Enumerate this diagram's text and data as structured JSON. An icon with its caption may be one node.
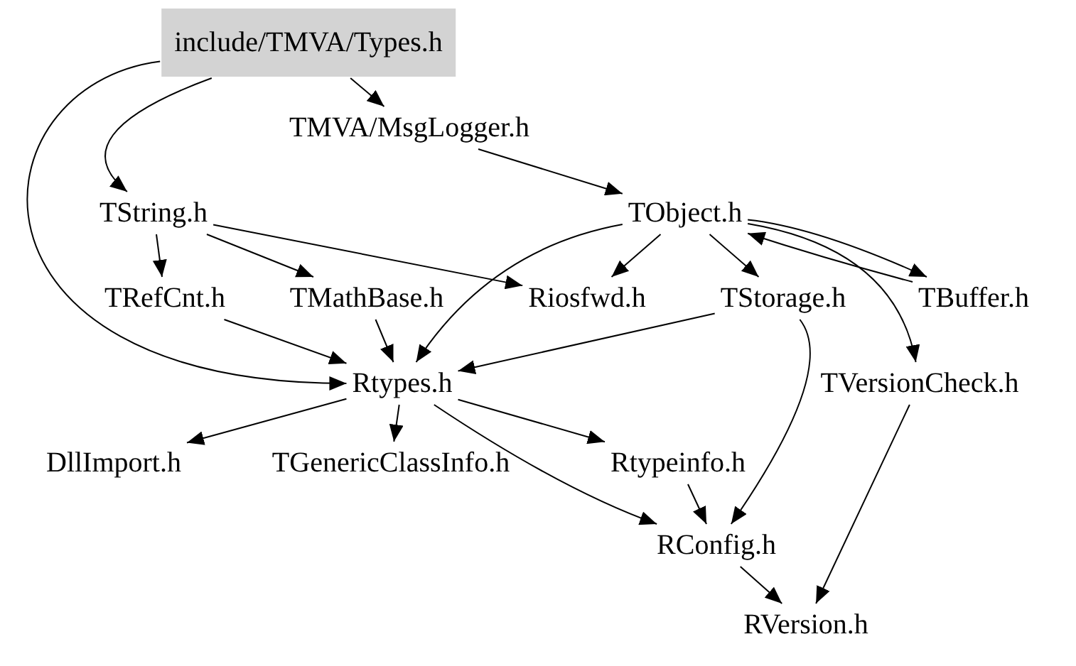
{
  "diagram": {
    "nodes": [
      {
        "text": [
          "include/TMVA/Types.h"
        ]
      },
      {
        "text": [
          "TMVA/MsgLogger.h"
        ]
      },
      {
        "text": [
          "TString.h"
        ]
      },
      {
        "text": [
          "TObject.h"
        ]
      },
      {
        "text": [
          "TRefCnt.h"
        ]
      },
      {
        "text": [
          "TMathBase.h"
        ]
      },
      {
        "text": [
          "Riosfwd.h"
        ]
      },
      {
        "text": [
          "TStorage.h"
        ]
      },
      {
        "text": [
          "TBuffer.h"
        ]
      },
      {
        "text": [
          "Rtypes.h"
        ]
      },
      {
        "text": [
          "TVersionCheck.h"
        ]
      },
      {
        "text": [
          "DllImport.h"
        ]
      },
      {
        "text": [
          "TGenericClassInfo.h"
        ]
      },
      {
        "text": [
          "Rtypeinfo.h"
        ]
      },
      {
        "text": [
          "RConfig.h"
        ]
      },
      {
        "text": [
          "RVersion.h"
        ]
      }
    ],
    "edges": [
      {
        "from": 0,
        "to": 1,
        "arrow": "to"
      },
      {
        "from": 0,
        "to": 2,
        "arrow": "to"
      },
      {
        "from": 0,
        "to": 9,
        "arrow": "to"
      },
      {
        "from": 1,
        "to": 3,
        "arrow": "to"
      },
      {
        "from": 2,
        "to": 4,
        "arrow": "to"
      },
      {
        "from": 2,
        "to": 5,
        "arrow": "to"
      },
      {
        "from": 2,
        "to": 6,
        "arrow": "to"
      },
      {
        "from": 3,
        "to": 6,
        "arrow": "to"
      },
      {
        "from": 3,
        "to": 7,
        "arrow": "to"
      },
      {
        "from": 3,
        "to": 9,
        "arrow": "to"
      },
      {
        "from": 3,
        "to": 8,
        "arrow": "to"
      },
      {
        "from": 8,
        "to": 3,
        "arrow": "to"
      },
      {
        "from": 3,
        "to": 10,
        "arrow": "to"
      },
      {
        "from": 4,
        "to": 9,
        "arrow": "to"
      },
      {
        "from": 5,
        "to": 9,
        "arrow": "to"
      },
      {
        "from": 7,
        "to": 9,
        "arrow": "to"
      },
      {
        "from": 7,
        "to": 14,
        "arrow": "to"
      },
      {
        "from": 9,
        "to": 11,
        "arrow": "to"
      },
      {
        "from": 9,
        "to": 12,
        "arrow": "to"
      },
      {
        "from": 9,
        "to": 13,
        "arrow": "to"
      },
      {
        "from": 9,
        "to": 14,
        "arrow": "to"
      },
      {
        "from": 13,
        "to": 14,
        "arrow": "to"
      },
      {
        "from": 14,
        "to": 15,
        "arrow": "to"
      },
      {
        "from": 10,
        "to": 15,
        "arrow": "to"
      }
    ]
  }
}
